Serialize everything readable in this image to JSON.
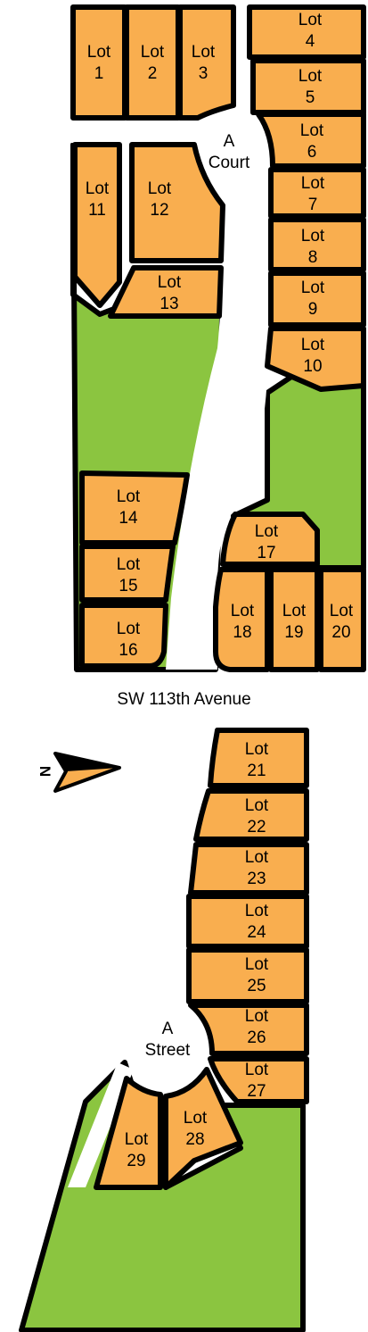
{
  "map": {
    "lot_prefix": "Lot",
    "lots": [
      "1",
      "2",
      "3",
      "4",
      "5",
      "6",
      "7",
      "8",
      "9",
      "10",
      "11",
      "12",
      "13",
      "14",
      "15",
      "16",
      "17",
      "18",
      "19",
      "20",
      "21",
      "22",
      "23",
      "24",
      "25",
      "26",
      "27",
      "28",
      "29"
    ],
    "streets": {
      "court": [
        "A",
        "Court"
      ],
      "street": [
        "A",
        "Street"
      ],
      "avenue": "SW 113th Avenue"
    },
    "north_arrow": {
      "letter": "N",
      "icon": "north-arrow-icon"
    },
    "colors": {
      "lot": "#F9AE4F",
      "green_space": "#8BC540",
      "road": "#FFFFFF",
      "outline": "#000000"
    }
  }
}
